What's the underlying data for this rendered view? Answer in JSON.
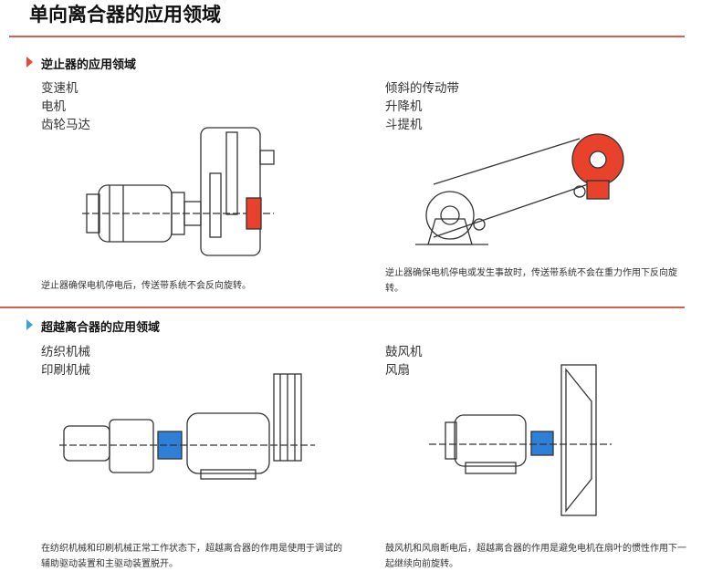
{
  "title": "单向离合器的应用领域",
  "colors": {
    "rule": "#d7604c",
    "red_marker": "#e8473a",
    "blue_marker": "#3ea0e0",
    "clutch_red": "#e8412c",
    "clutch_blue": "#2e7fd8"
  },
  "sections": [
    {
      "heading": "逆止器的应用领域",
      "marker_icon": "red-arrow-icon",
      "left": {
        "items": [
          "变速机",
          "电机",
          "齿轮马达"
        ],
        "caption": "逆止器确保电机停电后，传送带系统不会反向旋转。"
      },
      "right": {
        "items": [
          "倾斜的传动带",
          "升降机",
          "斗提机"
        ],
        "caption": "逆止器确保电机停电或发生事故时，传送带系统不会在重力作用下反向旋转。"
      }
    },
    {
      "heading": "超越离合器的应用领域",
      "marker_icon": "blue-arrow-icon",
      "left": {
        "items": [
          "纺织机械",
          "印刷机械"
        ],
        "caption": "在纺织机械和印刷机械正常工作状态下，超越离合器的作用是使用于调试的辅助驱动装置和主驱动装置脱开。"
      },
      "right": {
        "items": [
          "鼓风机",
          "风扇"
        ],
        "caption": "鼓风机和风扇断电后，超越离合器的作用是避免电机在扇叶的惯性作用下一起继续向前旋转。"
      }
    }
  ]
}
